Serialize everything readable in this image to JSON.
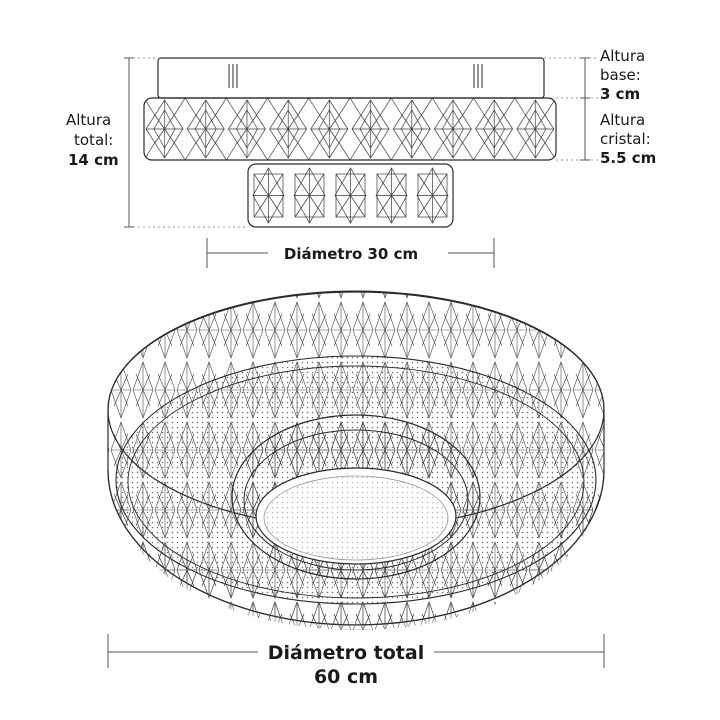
{
  "labels": {
    "total_height_line1": "Altura",
    "total_height_line2": "total:",
    "total_height_value": "14 cm",
    "base_height_line1": "Altura",
    "base_height_line2": "base:",
    "base_height_value": "3 cm",
    "crystal_height_line1": "Altura",
    "crystal_height_line2": "cristal:",
    "crystal_height_value": "5.5 cm",
    "inner_diameter": "Diámetro 30 cm",
    "total_diameter_line1": "Diámetro total",
    "total_diameter_line2": "60 cm"
  },
  "colors": {
    "line": "#2b2b2b",
    "dim_line": "#555555",
    "dotted_guide": "#999999",
    "background": "#ffffff"
  }
}
